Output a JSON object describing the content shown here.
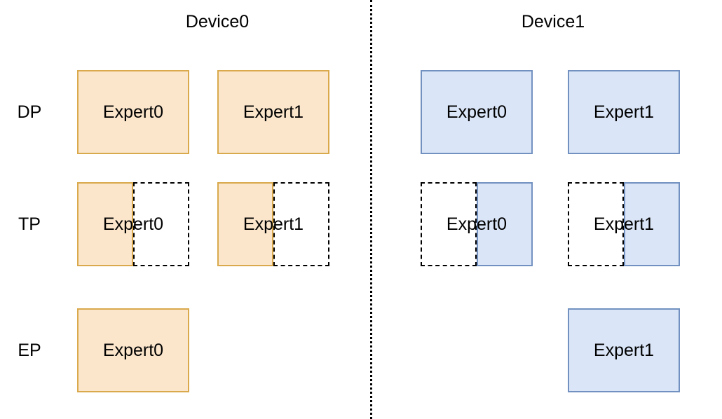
{
  "devices": [
    {
      "name": "Device0",
      "fill": "#fbe6cc",
      "stroke": "#d9a94c"
    },
    {
      "name": "Device1",
      "fill": "#dae6f8",
      "stroke": "#7291c0"
    }
  ],
  "rows": [
    {
      "label": "DP"
    },
    {
      "label": "TP"
    },
    {
      "label": "EP"
    }
  ],
  "divider_style": "dotted",
  "blocks": {
    "dp": {
      "dev0_expert0": "Expert0",
      "dev0_expert1": "Expert1",
      "dev1_expert0": "Expert0",
      "dev1_expert1": "Expert1"
    },
    "tp": {
      "dev0_expert0": "Expert0",
      "dev0_expert1": "Expert1",
      "dev1_expert0": "Expert0",
      "dev1_expert1": "Expert1"
    },
    "ep": {
      "dev0_expert0": "Expert0",
      "dev1_expert1": "Expert1"
    }
  }
}
